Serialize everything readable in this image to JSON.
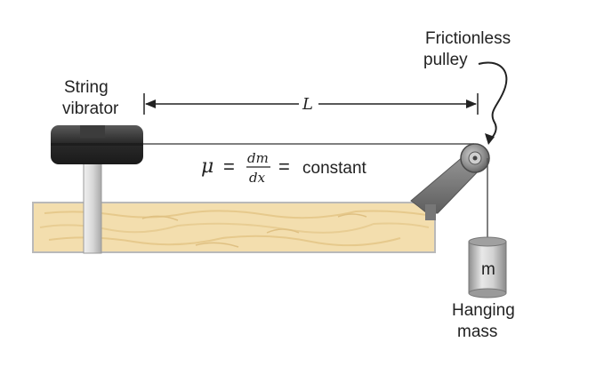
{
  "labels": {
    "string_vibrator_line1": "String",
    "string_vibrator_line2": "vibrator",
    "pulley_line1": "Frictionless",
    "pulley_line2": "pulley",
    "length": "L",
    "mass_letter": "m",
    "hanging_line1": "Hanging",
    "hanging_line2": "mass"
  },
  "equation": {
    "mu": "μ",
    "equals": "=",
    "numerator": "dm",
    "denominator": "dx",
    "constant": "constant"
  },
  "colors": {
    "wood": "#f3deae",
    "wood_grain": "#e6c98c",
    "vibrator": "#2d2d2d",
    "post": "#d8d8d8",
    "pulley": "#8f8f8f",
    "mass": "#bdbdbd",
    "text": "#222222"
  }
}
